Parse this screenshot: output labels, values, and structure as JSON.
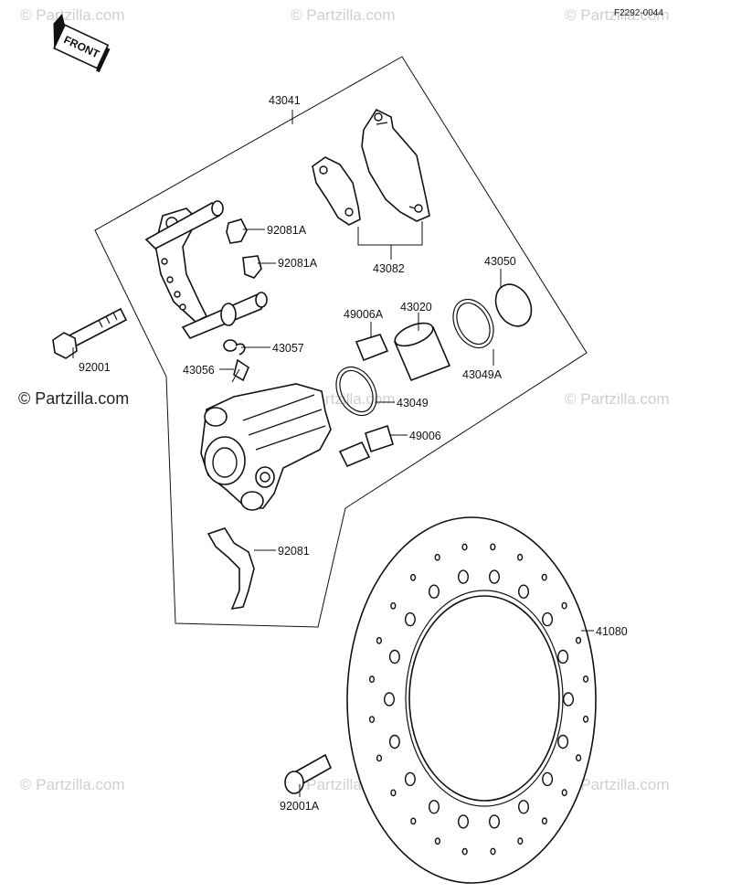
{
  "diagram": {
    "reference_code": "F2292-0044",
    "orientation_label": "FRONT",
    "watermark_text": "© Partzilla.com",
    "parts": [
      {
        "id": "p43041",
        "number": "43041"
      },
      {
        "id": "p92081A-1",
        "number": "92081A"
      },
      {
        "id": "p92081A-2",
        "number": "92081A"
      },
      {
        "id": "p43082",
        "number": "43082"
      },
      {
        "id": "p43050",
        "number": "43050"
      },
      {
        "id": "p49006A",
        "number": "49006A"
      },
      {
        "id": "p43020",
        "number": "43020"
      },
      {
        "id": "p43057",
        "number": "43057"
      },
      {
        "id": "p43056",
        "number": "43056"
      },
      {
        "id": "p43049A",
        "number": "43049A"
      },
      {
        "id": "p43049",
        "number": "43049"
      },
      {
        "id": "p49006",
        "number": "49006"
      },
      {
        "id": "p92001",
        "number": "92001"
      },
      {
        "id": "p92081",
        "number": "92081"
      },
      {
        "id": "p41080",
        "number": "41080"
      },
      {
        "id": "p92001A",
        "number": "92001A"
      }
    ]
  }
}
